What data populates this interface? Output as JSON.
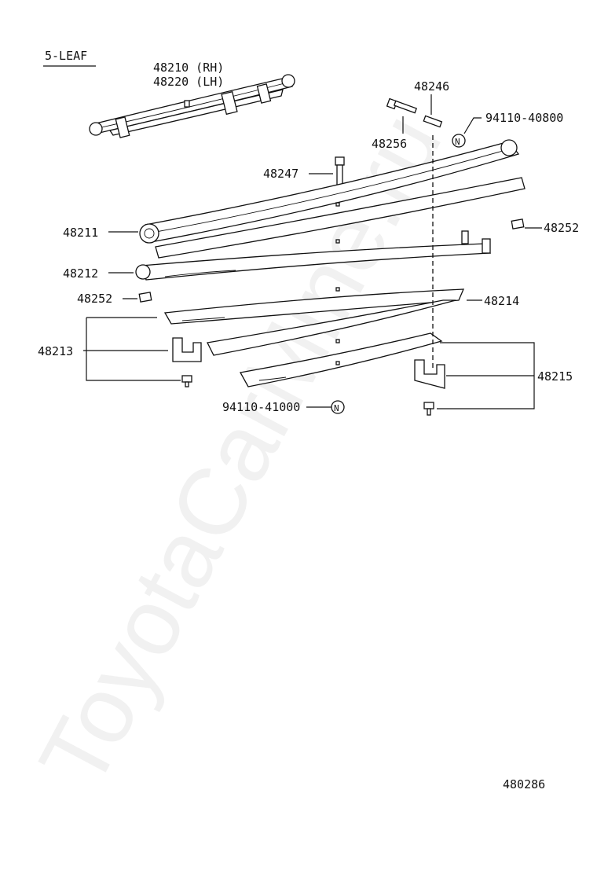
{
  "title": "5-LEAF",
  "watermark": "ToyotaCarMine.ru",
  "figure_id": "480286",
  "callouts": {
    "assy_rh": "48210 (RH)",
    "assy_lh": "48220 (LH)",
    "p48246": "48246",
    "p94110_40800": "94110-40800",
    "p48256": "48256",
    "p48247": "48247",
    "p48211": "48211",
    "p48252_right": "48252",
    "p48212": "48212",
    "p48252_left": "48252",
    "p48214": "48214",
    "p48213": "48213",
    "p48215": "48215",
    "p94110_41000": "94110-41000"
  },
  "symbols": {
    "new_part_mark": "N"
  }
}
